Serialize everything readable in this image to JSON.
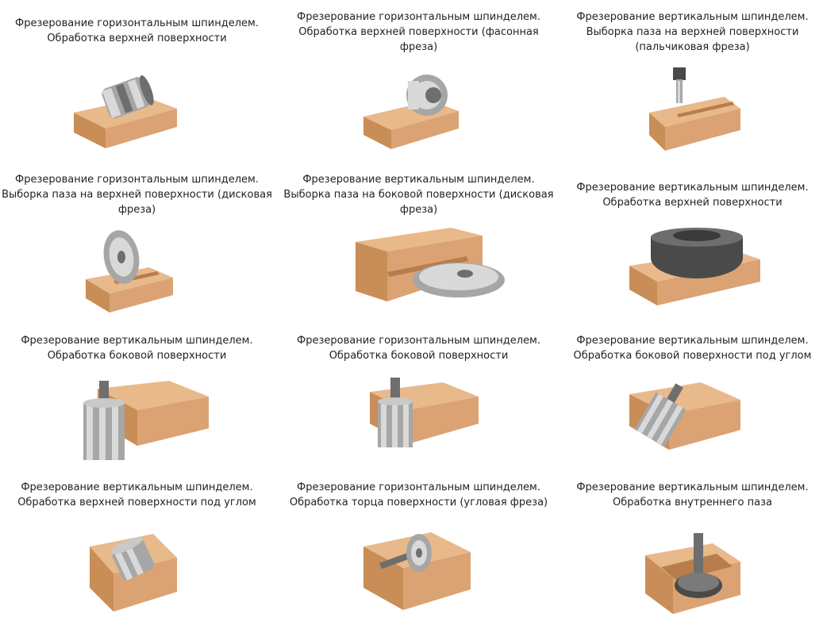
{
  "items": [
    {
      "caption": "Фрезерование горизонтальным шпинделем.\nОбработка верхней поверхности",
      "illustration": "horizontal-top-milling-illustration"
    },
    {
      "caption": "Фрезерование горизонтальным шпинделем.\nОбработка верхней поверхности (фасонная\nфреза)",
      "illustration": "horizontal-form-cutter-illustration"
    },
    {
      "caption": "Фрезерование вертикальным шпинделем.\nВыборка паза на верхней поверхности\n(пальчиковая фреза)",
      "illustration": "vertical-end-mill-slot-illustration"
    },
    {
      "caption": "Фрезерование горизонтальным шпинделем.\nВыборка паза на верхней поверхности (дисковая\nфреза)",
      "illustration": "horizontal-disc-slot-illustration"
    },
    {
      "caption": "Фрезерование вертикальным шпинделем.\nВыборка паза на боковой поверхности (дисковая\nфреза)",
      "illustration": "vertical-disc-side-slot-illustration"
    },
    {
      "caption": "Фрезерование вертикальным шпинделем.\nОбработка верхней поверхности",
      "illustration": "vertical-face-mill-illustration"
    },
    {
      "caption": "Фрезерование вертикальным шпинделем.\nОбработка боковой поверхности",
      "illustration": "vertical-side-milling-illustration"
    },
    {
      "caption": "Фрезерование горизонтальным шпинделем.\nОбработка боковой поверхности",
      "illustration": "horizontal-side-milling-illustration"
    },
    {
      "caption": "Фрезерование вертикальным шпинделем.\nОбработка боковой поверхности под углом",
      "illustration": "vertical-angled-side-illustration"
    },
    {
      "caption": "Фрезерование вертикальным шпинделем.\nОбработка верхней поверхности под углом",
      "illustration": "vertical-angled-top-illustration"
    },
    {
      "caption": "Фрезерование горизонтальным шпинделем.\nОбработка торца поверхности (угловая фреза)",
      "illustration": "horizontal-angle-cutter-illustration"
    },
    {
      "caption": "Фрезерование вертикальным шпинделем.\nОбработка внутреннего паза",
      "illustration": "vertical-internal-slot-illustration"
    }
  ],
  "colors": {
    "block_top": "#e8b98a",
    "block_left": "#c98d57",
    "block_right": "#dba273",
    "tool_light": "#d9d9d9",
    "tool_mid": "#a6a6a6",
    "tool_dark": "#6e6e6e",
    "face_mill": "#4a4a4a"
  }
}
